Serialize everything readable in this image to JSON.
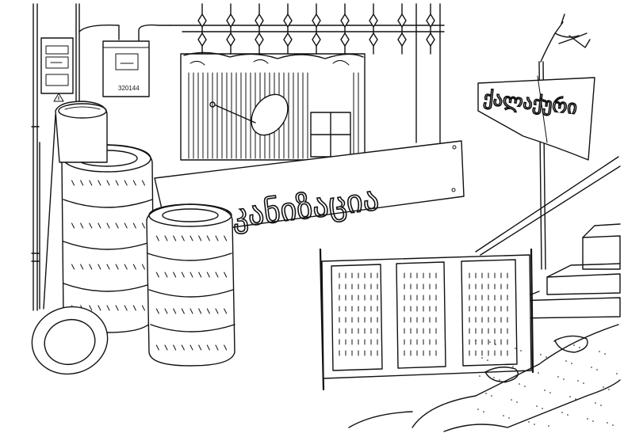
{
  "meter_reading": "320144",
  "banner_text": "ვულკანიზაცია",
  "street_sign_text": "ქალაქური",
  "colors": {
    "ink": "#111111",
    "paper": "#ffffff"
  }
}
